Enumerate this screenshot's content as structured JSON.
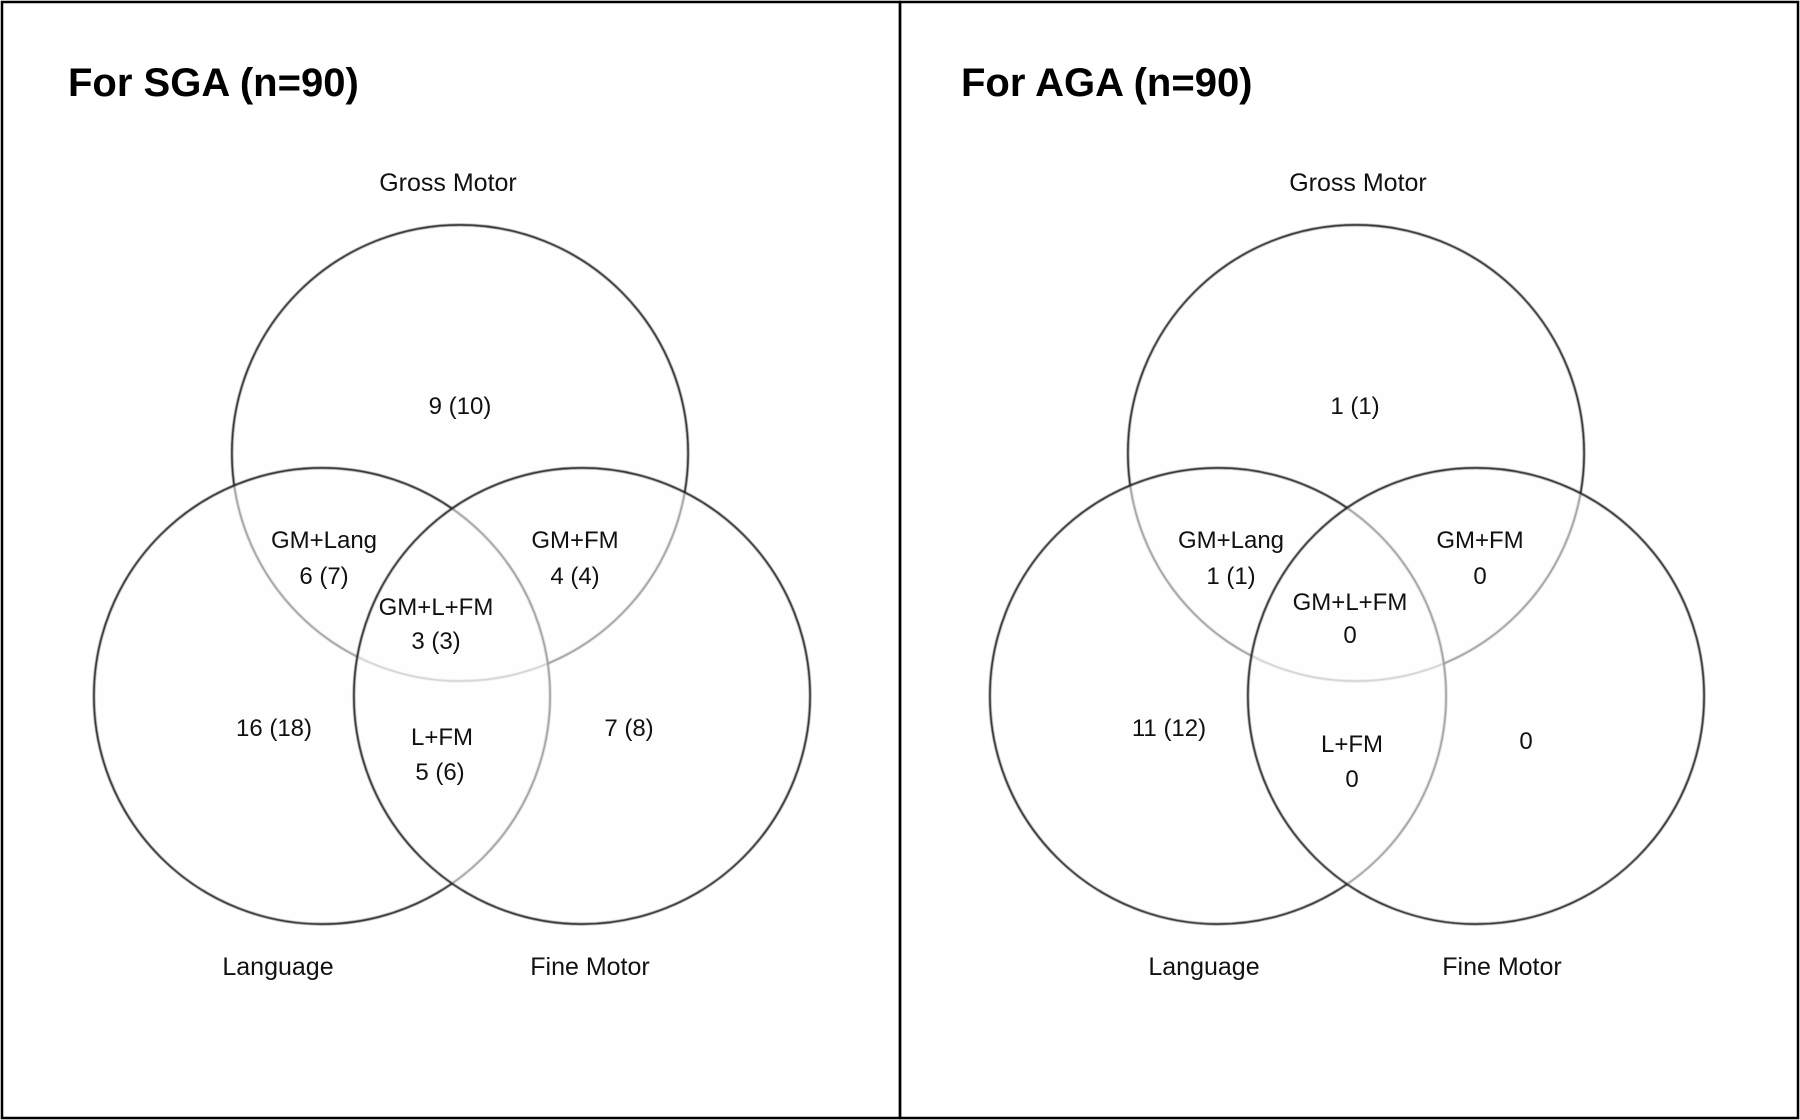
{
  "panels": [
    {
      "title": "For SGA (n=90)",
      "sets": {
        "gross_motor": "Gross Motor",
        "language": "Language",
        "fine_motor": "Fine Motor"
      },
      "regions": {
        "gm_only": {
          "value": "9 (10)"
        },
        "gm_lang": {
          "label": "GM+Lang",
          "value": "6 (7)"
        },
        "gm_fm": {
          "label": "GM+FM",
          "value": "4 (4)"
        },
        "gm_l_fm": {
          "label": "GM+L+FM",
          "value": "3 (3)"
        },
        "lang_only": {
          "value": "16 (18)"
        },
        "l_fm": {
          "label": "L+FM",
          "value": "5 (6)"
        },
        "fm_only": {
          "value": "7 (8)"
        }
      }
    },
    {
      "title": "For AGA (n=90)",
      "sets": {
        "gross_motor": "Gross Motor",
        "language": "Language",
        "fine_motor": "Fine Motor"
      },
      "regions": {
        "gm_only": {
          "value": "1 (1)"
        },
        "gm_lang": {
          "label": "GM+Lang",
          "value": "1 (1)"
        },
        "gm_fm": {
          "label": "GM+FM",
          "value": "0"
        },
        "gm_l_fm": {
          "label": "GM+L+FM",
          "value": "0"
        },
        "lang_only": {
          "value": "11 (12)"
        },
        "l_fm": {
          "label": "L+FM",
          "value": "0"
        },
        "fm_only": {
          "value": "0"
        }
      }
    }
  ]
}
